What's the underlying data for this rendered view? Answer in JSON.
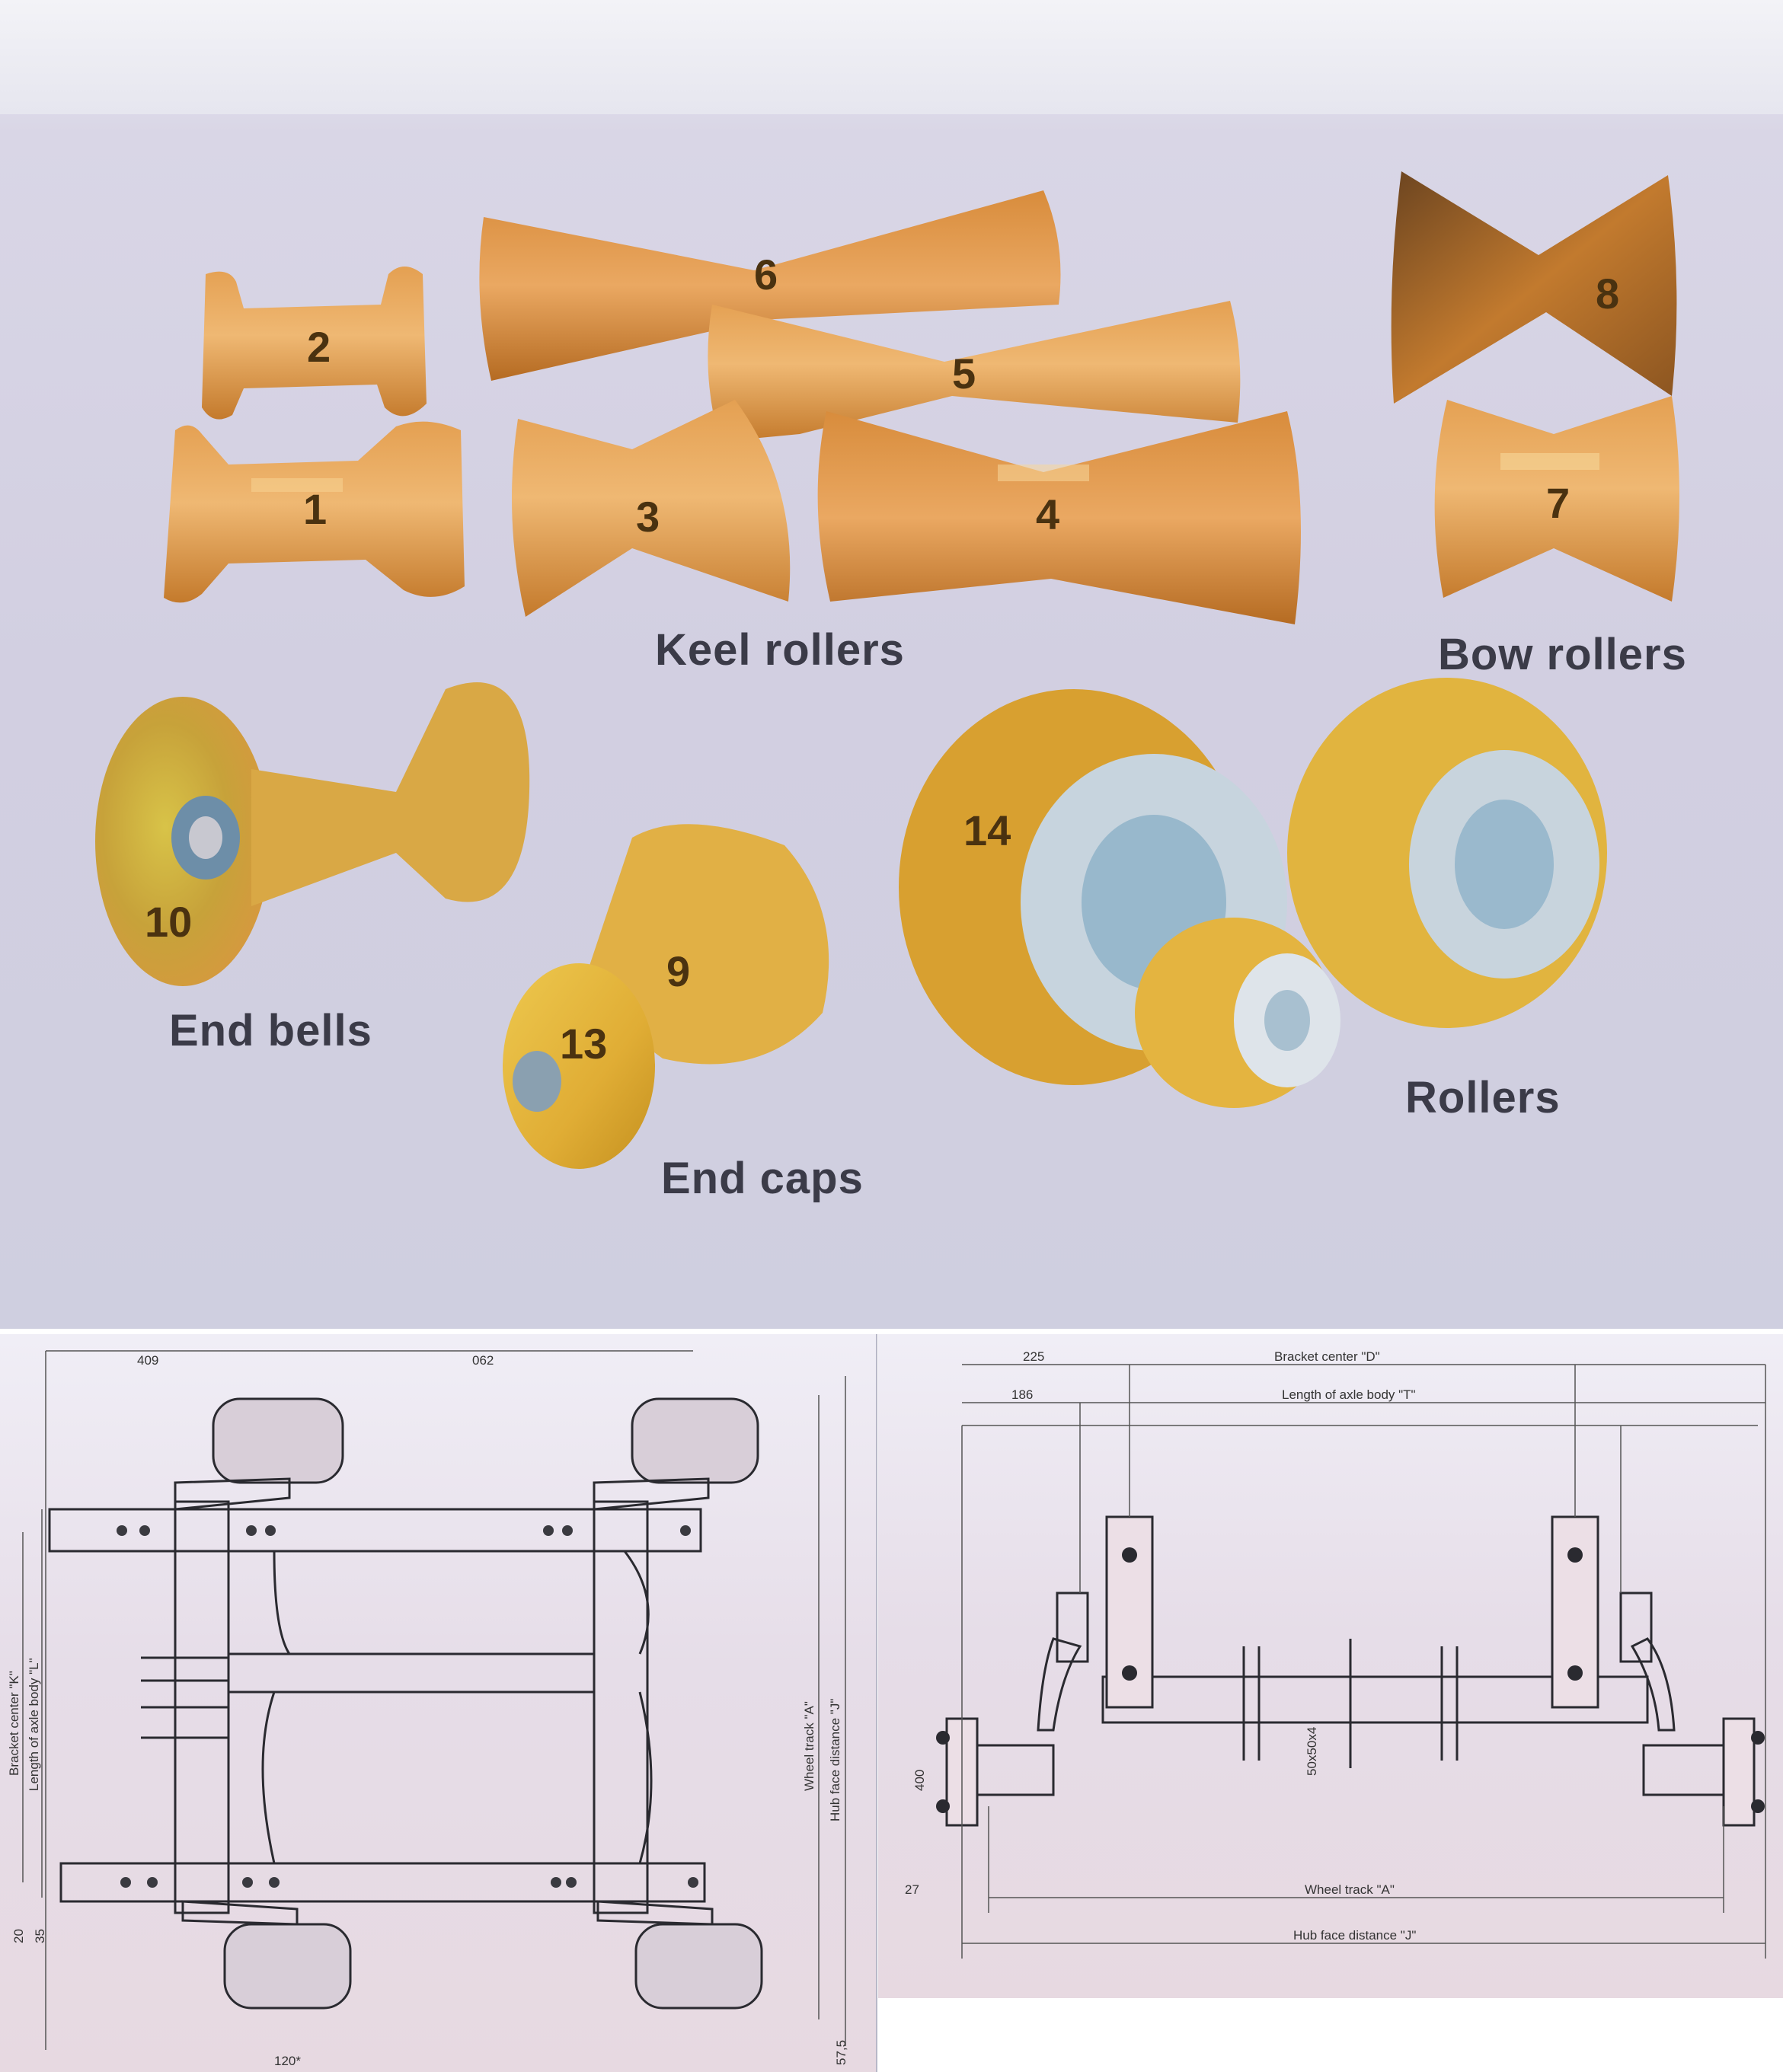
{
  "catalog": {
    "sections": {
      "keel_rollers": "Keel rollers",
      "bow_rollers": "Bow rollers",
      "end_bells": "End bells",
      "end_caps": "End caps",
      "rollers": "Rollers"
    },
    "part_numbers": {
      "p1": "1",
      "p2": "2",
      "p3": "3",
      "p4": "4",
      "p5": "5",
      "p6": "6",
      "p7": "7",
      "p8": "8",
      "p9": "9",
      "p10": "10",
      "p13": "13",
      "p14": "14"
    }
  },
  "drawing_left": {
    "dims": {
      "top_left": "409",
      "top_right": "062",
      "wheel_track": "Wheel track \"A\"",
      "hub_face": "Hub face distance \"J\"",
      "bracket_center": "Bracket center \"K\"",
      "axle_body": "Length of axle body \"L\"",
      "side_a": "20",
      "side_b": "35",
      "bottom_right": "57,5",
      "bottom_center": "120*"
    }
  },
  "drawing_right": {
    "dims": {
      "top_left_a": "225",
      "top_left_b": "186",
      "bracket_center": "Bracket center \"D\"",
      "axle_body": "Length of axle body \"T\"",
      "wheel_track": "Wheel track \"A\"",
      "hub_face": "Hub face distance \"J\"",
      "left_small": "27",
      "hub_dim": "400",
      "center_mark": "50x50x4"
    }
  },
  "colors": {
    "roller_orange": "#e4a052",
    "roller_dark": "#b86e22",
    "roller_yellow": "#e7bf3e",
    "hub_grey": "#c4d2dc",
    "label_ink": "#3b3b48"
  }
}
